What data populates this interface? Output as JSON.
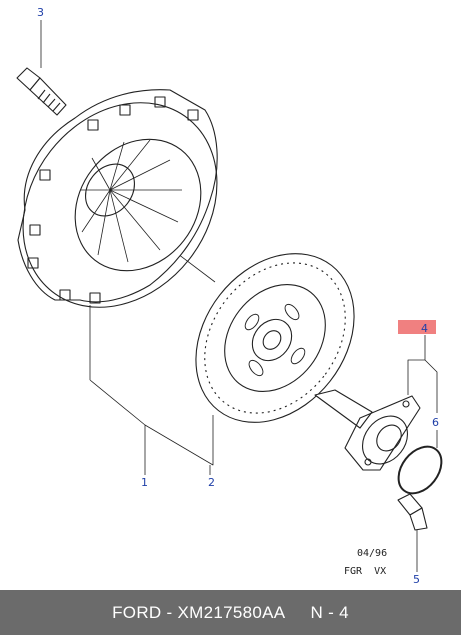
{
  "callouts": {
    "c1": "1",
    "c2": "2",
    "c3": "3",
    "c4": "4",
    "c5": "5",
    "c6": "6"
  },
  "date_code": {
    "line1": "04/96",
    "line2": "FGR  VX"
  },
  "footer": {
    "brand": "FORD",
    "part_number": "XM217580AA",
    "page": "N - 4"
  },
  "colors": {
    "highlight": "#f08080",
    "callout": "#1f3fa8",
    "footer_bg": "#6b6b6b"
  }
}
